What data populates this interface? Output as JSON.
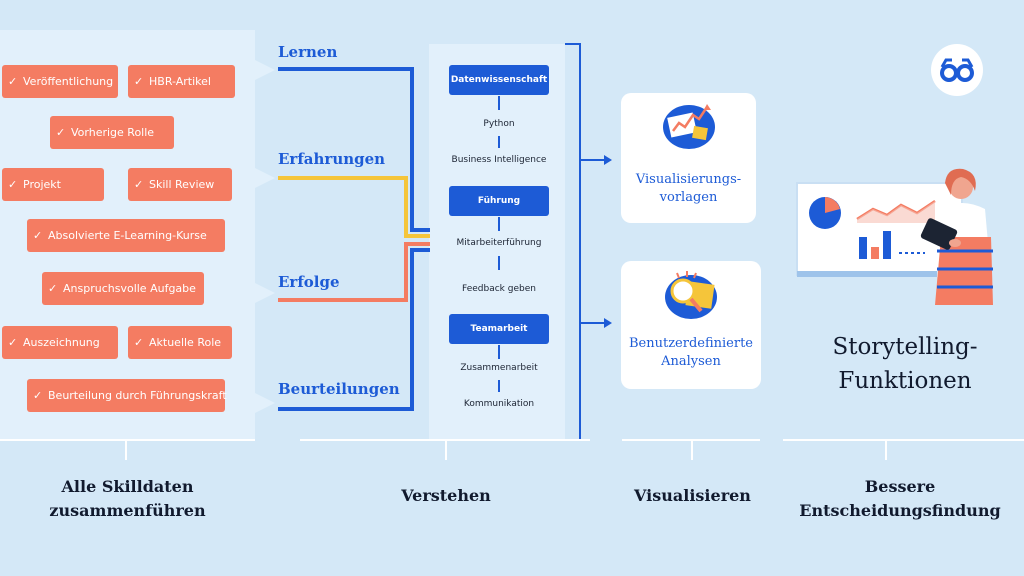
{
  "tags": [
    {
      "label": "Veröffentlichung"
    },
    {
      "label": "HBR-Artikel"
    },
    {
      "label": "Vorherige Rolle"
    },
    {
      "label": "Projekt"
    },
    {
      "label": "Skill Review"
    },
    {
      "label": "Absolvierte E-Learning-Kurse"
    },
    {
      "label": "Anspruchsvolle Aufgabe"
    },
    {
      "label": "Auszeichnung"
    },
    {
      "label": "Aktuelle Role"
    },
    {
      "label": "Beurteilung durch Führungskraft"
    }
  ],
  "stages": [
    "Lernen",
    "Erfahrungen",
    "Erfolge",
    "Beurteilungen"
  ],
  "understand": {
    "groups": [
      {
        "title": "Datenwissenschaft",
        "items": [
          "Python",
          "Business Intelligence"
        ]
      },
      {
        "title": "Führung",
        "items": [
          "Mitarbeiterführung",
          "Feedback geben"
        ]
      },
      {
        "title": "Teamarbeit",
        "items": [
          "Zusammenarbeit",
          "Kommunikation"
        ]
      }
    ]
  },
  "cards": [
    {
      "label_line1": "Visualisierungs-",
      "label_line2": "vorlagen"
    },
    {
      "label_line1": "Benutzerdefinierte",
      "label_line2": "Analysen"
    }
  ],
  "storytelling": {
    "line1": "Storytelling-",
    "line2": "Funktionen"
  },
  "bottom": {
    "col1_line1": "Alle Skilldaten",
    "col1_line2": "zusammenführen",
    "col2": "Verstehen",
    "col3": "Visualisieren",
    "col4_line1": "Bessere",
    "col4_line2": "Entscheidungsfindung"
  },
  "colors": {
    "background": "#d4e8f7",
    "panel": "#e2f0fb",
    "accent_blue": "#1d5bd6",
    "tag_coral": "#f47c62",
    "line_yellow": "#f5c53a",
    "dark_text": "#111a2e"
  },
  "icons": {
    "logo": "glasses-icon",
    "check": "check-icon",
    "arrow": "arrow-right-icon"
  }
}
